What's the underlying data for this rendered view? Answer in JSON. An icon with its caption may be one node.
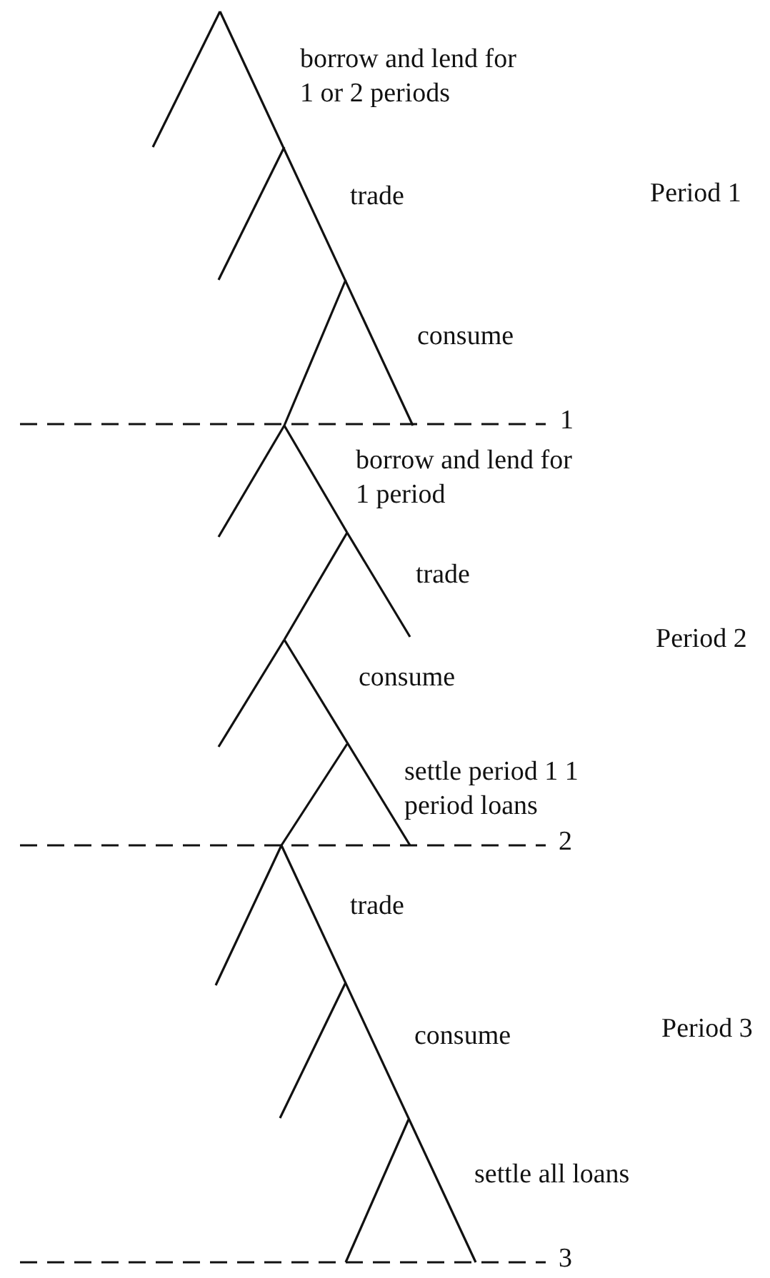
{
  "diagram": {
    "labels": [
      "borrow and lend for 1 or 2 periods",
      "trade",
      "Period 1",
      "consume",
      "1",
      "borrow and lend for 1 period",
      "trade",
      "Period 2",
      "consume",
      "settle period 1 1 period loans",
      "2",
      "trade",
      "consume",
      "Period 3",
      "settle all loans",
      "3"
    ]
  }
}
